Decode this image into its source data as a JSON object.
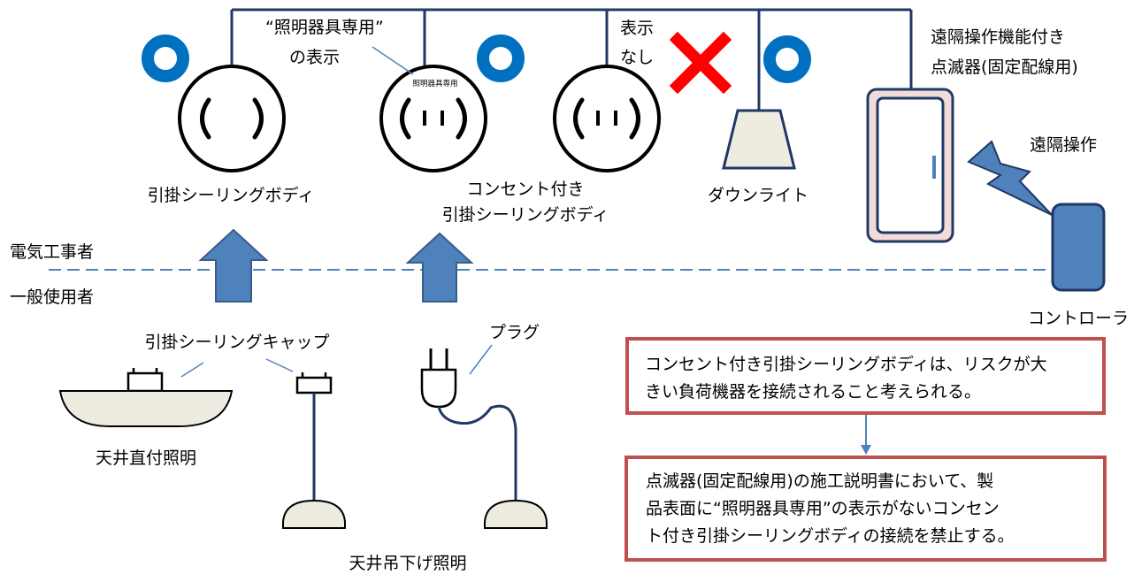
{
  "colors": {
    "wire": "#1f3864",
    "ok_mark": "#0070c0",
    "ng_mark": "#ff0000",
    "arrow_fill": "#4f81bd",
    "arrow_stroke": "#385d8a",
    "dashed_line": "#4f81bd",
    "box_border": "#c0504d",
    "fixture_fill": "#eeece1",
    "switch_frame": "#d5a6bd",
    "controller_fill": "#4f81bd"
  },
  "labels": {
    "hikikake_body": "引掛シーリングボディ",
    "outlet_body_line1": "コンセント付き",
    "outlet_body_line2": "引掛シーリングボディ",
    "downlight": "ダウンライト",
    "dedicated_line1": "“照明器具専用”",
    "dedicated_line2": "の表示",
    "dedicated_small": "照明器具専用",
    "no_display_line1": "表示",
    "no_display_line2": "なし",
    "switch_line1": "遠隔操作機能付き",
    "switch_line2": "点滅器(固定配線用)",
    "remote": "遠隔操作",
    "controller": "コントローラ",
    "electrician": "電気工事者",
    "general_user": "一般使用者",
    "cap": "引掛シーリングキャップ",
    "plug": "プラグ",
    "ceiling_direct": "天井直付照明",
    "ceiling_pendant": "天井吊下げ照明"
  },
  "box_risk": {
    "line1": "コンセント付き引掛シーリングボディは、リスクが大",
    "line2": "きい負荷機器を接続されること考えられる。"
  },
  "box_prohibit": {
    "line1": "点滅器(固定配線用)の施工説明書において、製",
    "line2": "品表面に“照明器具専用”の表示がないコンセン",
    "line3": "ト付き引掛シーリングボディの接続を禁止する。"
  },
  "marks": {
    "hikikake_body": "ok",
    "outlet_with_display": "ok",
    "outlet_without_display": "ng",
    "downlight": "ok"
  }
}
